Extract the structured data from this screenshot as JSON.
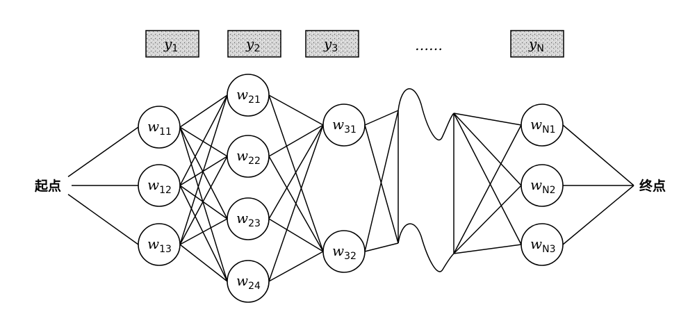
{
  "start_label": "起点",
  "end_label": "终点",
  "ellipsis": "…… ",
  "outputs": [
    {
      "var": "y",
      "sub": "1"
    },
    {
      "var": "y",
      "sub": "2"
    },
    {
      "var": "y",
      "sub": "3"
    },
    {
      "var": "y",
      "sub": "N"
    }
  ],
  "layers": [
    [
      {
        "var": "w",
        "sub": "11"
      },
      {
        "var": "w",
        "sub": "12"
      },
      {
        "var": "w",
        "sub": "13"
      }
    ],
    [
      {
        "var": "w",
        "sub": "21"
      },
      {
        "var": "w",
        "sub": "22"
      },
      {
        "var": "w",
        "sub": "23"
      },
      {
        "var": "w",
        "sub": "24"
      }
    ],
    [
      {
        "var": "w",
        "sub": "31"
      },
      {
        "var": "w",
        "sub": "32"
      }
    ],
    [
      {
        "var": "w",
        "sub": "N1"
      },
      {
        "var": "w",
        "sub": "N2"
      },
      {
        "var": "w",
        "sub": "N3"
      }
    ]
  ]
}
